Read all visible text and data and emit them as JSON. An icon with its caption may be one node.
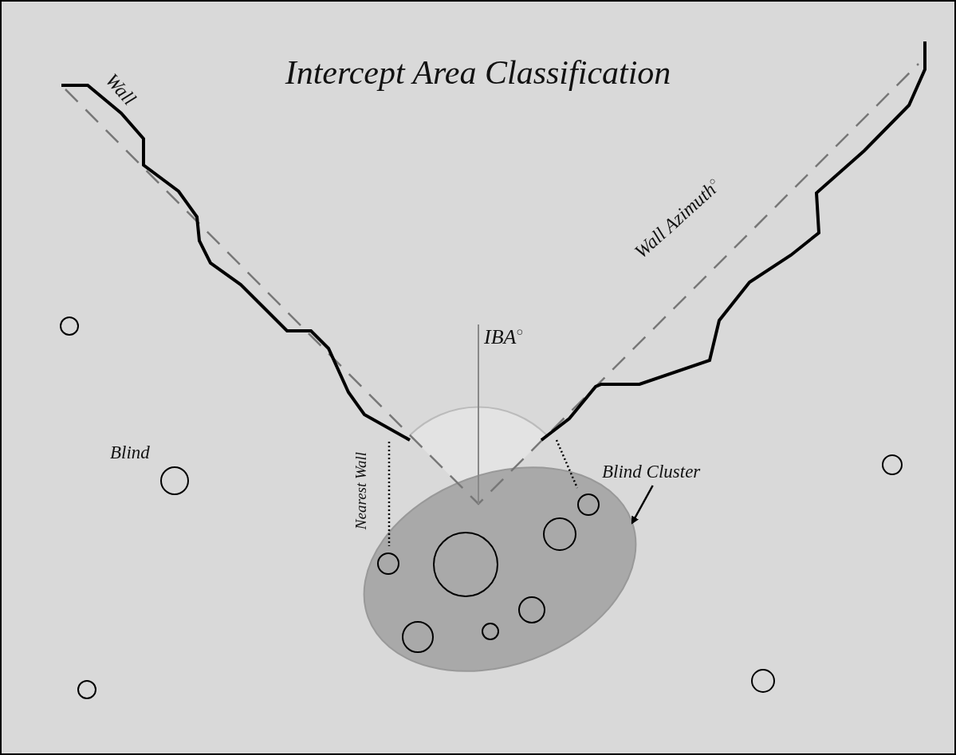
{
  "diagram": {
    "title": "Intercept Area Classification",
    "nodes": [
      {
        "text": [
          "Blind Cluster"
        ]
      },
      {
        "text": [],
        "shape": "ellipse"
      },
      {
        "text": [],
        "shape": "circle",
        "in": 1
      },
      {
        "text": [],
        "shape": "circle",
        "in": 1
      },
      {
        "text": [],
        "shape": "circle",
        "in": 1
      },
      {
        "text": [],
        "shape": "circle",
        "in": 1
      },
      {
        "text": [],
        "shape": "circle",
        "in": 1
      },
      {
        "text": [],
        "shape": "circle",
        "in": 1
      },
      {
        "text": [],
        "shape": "circle",
        "in": 1
      },
      {
        "text": [],
        "shape": "circle"
      },
      {
        "text": [],
        "shape": "circle"
      },
      {
        "text": [],
        "shape": "circle"
      },
      {
        "text": [],
        "shape": "circle"
      },
      {
        "text": [],
        "shape": "circle"
      }
    ],
    "edges": [
      {
        "from": 0,
        "to": 1,
        "arrow": "to"
      }
    ],
    "labels": [
      "Wall",
      "Wall Azimuth$^{○}$",
      "IBA$^{○}$",
      "Blind",
      "Nearest Wall"
    ]
  }
}
